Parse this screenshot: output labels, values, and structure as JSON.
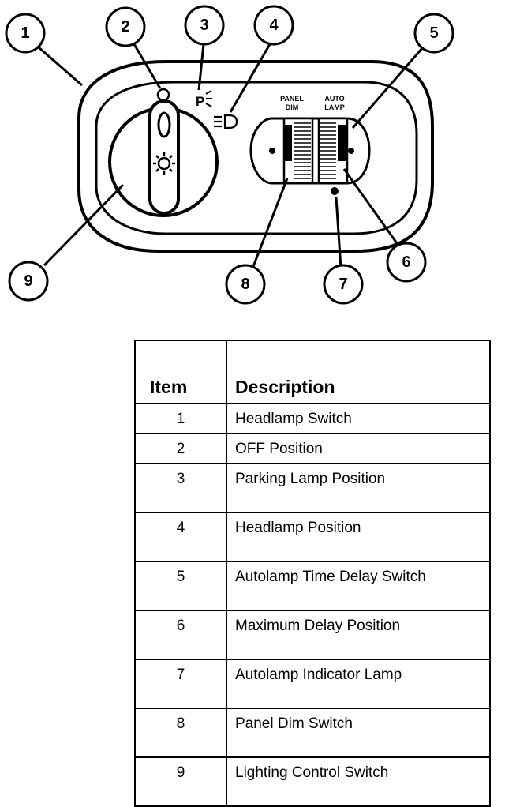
{
  "callouts": [
    "1",
    "2",
    "3",
    "4",
    "5",
    "6",
    "7",
    "8",
    "9"
  ],
  "switch_labels": {
    "panel_dim": [
      "PANEL",
      "DIM"
    ],
    "auto_lamp": [
      "AUTO",
      "LAMP"
    ]
  },
  "parking_symbol_letter": "P",
  "table": {
    "headers": {
      "item": "Item",
      "description": "Description"
    },
    "rows": [
      {
        "item": "1",
        "description": "Headlamp Switch"
      },
      {
        "item": "2",
        "description": "OFF Position"
      },
      {
        "item": "3",
        "description": "Parking Lamp Position"
      },
      {
        "item": "4",
        "description": "Headlamp Position"
      },
      {
        "item": "5",
        "description": "Autolamp Time Delay Switch"
      },
      {
        "item": "6",
        "description": "Maximum Delay Position"
      },
      {
        "item": "7",
        "description": "Autolamp Indicator Lamp"
      },
      {
        "item": "8",
        "description": "Panel Dim Switch"
      },
      {
        "item": "9",
        "description": "Lighting Control Switch"
      }
    ]
  }
}
